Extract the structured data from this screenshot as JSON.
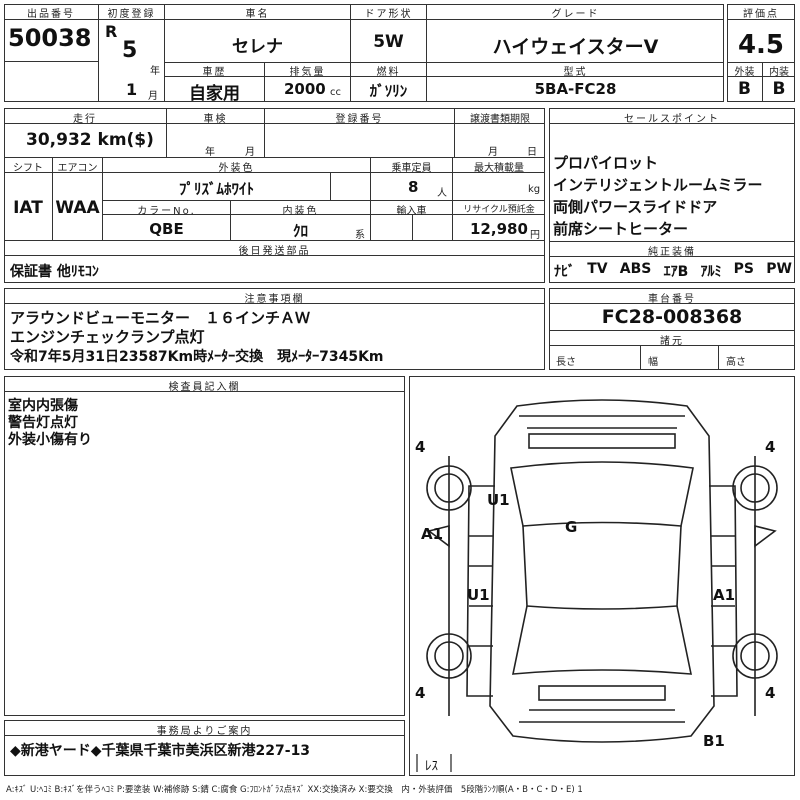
{
  "header": {
    "lot_label": "出品番号",
    "lot_no": "50038",
    "reg_label": "初度登録",
    "era": "R",
    "reg_year": "5",
    "year_unit": "年",
    "reg_month": "1",
    "month_unit": "月",
    "name_label": "車名",
    "car_name": "セレナ",
    "history_label": "車歴",
    "history": "自家用",
    "disp_label": "排気量",
    "displacement": "2000",
    "cc_unit": "cc",
    "door_label": "ドア形状",
    "door": "5W",
    "fuel_label": "燃料",
    "fuel": "ｶﾞｿﾘﾝ",
    "grade_label": "グレード",
    "grade": "ハイウェイスターV",
    "model_label": "型式",
    "model": "5BA-FC28",
    "score_label": "評価点",
    "score": "4.5",
    "ext_label": "外装",
    "ext": "B",
    "int_label": "内装",
    "int": "B"
  },
  "mid": {
    "mileage_label": "走行",
    "mileage": "30,932 km($)",
    "shaken_label": "車検",
    "shaken_year_unit": "年",
    "shaken_month_unit": "月",
    "regno_label": "登録番号",
    "transfer_label": "譲渡書類期限",
    "transfer_month_unit": "月",
    "transfer_day_unit": "日",
    "shift_label": "シフト",
    "shift": "IAT",
    "ac_label": "エアコン",
    "ac": "WAA",
    "color_label": "外装色",
    "color": "ﾌﾟﾘｽﾞﾑﾎﾜｲﾄ",
    "colorno_label": "カラーNo.",
    "colorno": "QBE",
    "intcolor_label": "内装色",
    "intcolor": "ｸﾛ",
    "intcolor_unit": "系",
    "cap_label": "乗車定員",
    "capacity": "8",
    "cap_unit": "人",
    "load_label": "最大積載量",
    "load_unit": "kg",
    "import_label": "輸入車",
    "recycle_label": "リサイクル預託金",
    "recycle": "12,980",
    "recycle_unit": "円",
    "later_label": "後日発送部品",
    "later": "保証書 他ﾘﾓｺﾝ"
  },
  "sales": {
    "label": "セールスポイント",
    "points": [
      "プロパイロット",
      "インテリジェントルームミラー",
      "両側パワースライドドア",
      "前席シートヒーター"
    ]
  },
  "equip": {
    "label": "純正装備",
    "items": [
      "ﾅﾋﾞ",
      "TV",
      "ABS",
      "ｴｱB",
      "ｱﾙﾐ",
      "PS",
      "PW"
    ]
  },
  "notes": {
    "label": "注意事項欄",
    "lines": [
      "アラウンドビューモニター　１６インチＡＷ",
      "エンジンチェックランプ点灯",
      "令和7年5月31日23587Km時ﾒｰﾀｰ交換　現ﾒｰﾀｰ7345Km"
    ]
  },
  "chassis": {
    "label": "車台番号",
    "number": "FC28-008368",
    "dims_label": "諸元",
    "len_label": "長さ",
    "width_label": "幅",
    "height_label": "高さ"
  },
  "inspector": {
    "label": "検査員記入欄",
    "lines": [
      "室内内張傷",
      "警告灯点灯",
      "外装小傷有り"
    ]
  },
  "office": {
    "label": "事務局よりご案内",
    "text": "◆新港ヤード◆千葉県千葉市美浜区新港227-13"
  },
  "diagram": {
    "marks": {
      "tl": "4",
      "tr": "4",
      "bl": "4",
      "br": "4",
      "u1a": "U1",
      "g": "G",
      "a1a": "A1",
      "u1b": "U1",
      "a1b": "A1",
      "b1": "B1"
    },
    "tire_less": "ﾚｽ"
  },
  "legend": "A:ｷｽﾞ U:ﾍｺﾐ B:ｷｽﾞを伴うﾍｺﾐ P:要塗装 W:補修跡 S:錆 C:腐食 G:ﾌﾛﾝﾄｶﾞﾗｽ点ｷｽﾞ XX:交換済み X:要交換　内・外装評価　5段階ﾗﾝｸ順(A・B・C・D・E) 1"
}
